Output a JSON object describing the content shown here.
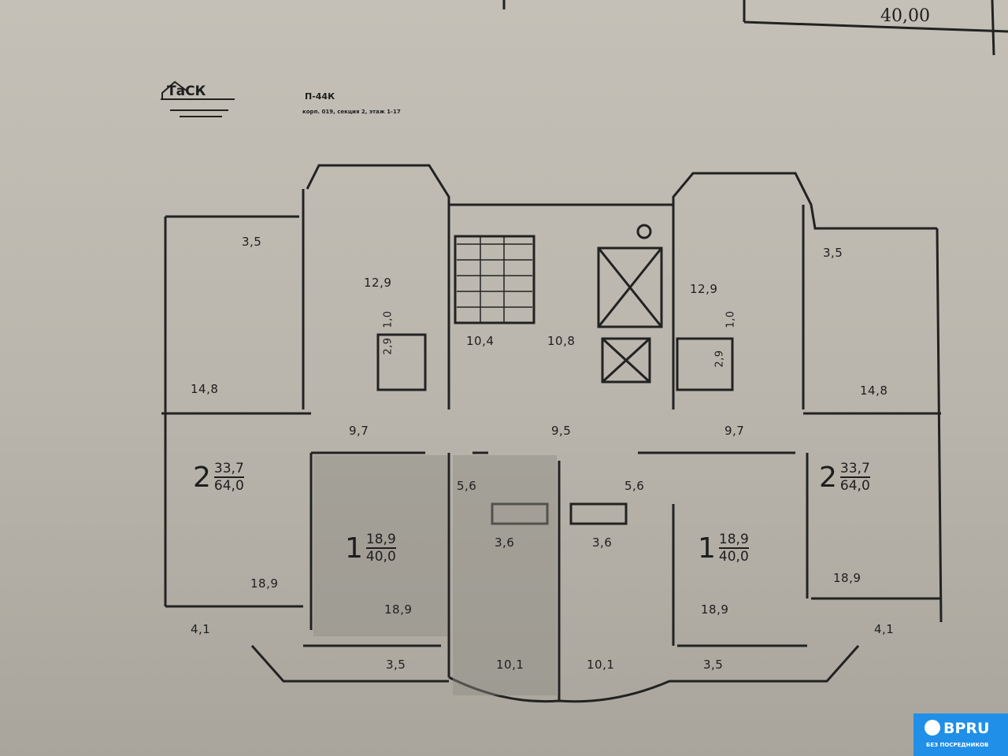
{
  "header": {
    "top_value": "40,00",
    "series": "П-44К",
    "subtitle": "корп. 019, секция 2, этаж 1-17",
    "logo_text": "ТаСК"
  },
  "rooms": [
    "3,5",
    "12,9",
    "10,4",
    "10,8",
    "12,9",
    "3,5",
    "1,0",
    "2,9",
    "1,0",
    "2,9",
    "14,8",
    "14,8",
    "9,7",
    "9,5",
    "9,7",
    "5,6",
    "5,6",
    "3,6",
    "3,6",
    "18,9",
    "18,9",
    "18,9",
    "18,9",
    "4,1",
    "4,1",
    "3,5",
    "10,1",
    "10,1",
    "3,5"
  ],
  "apartments": [
    {
      "rooms": "2",
      "living": "33,7",
      "total": "64,0"
    },
    {
      "rooms": "1",
      "living": "18,9",
      "total": "40,0"
    },
    {
      "rooms": "1",
      "living": "18,9",
      "total": "40,0"
    },
    {
      "rooms": "2",
      "living": "33,7",
      "total": "64,0"
    }
  ],
  "watermark": {
    "brand": "BPRU",
    "tagline": "БЕЗ ПОСРЕДНИКОВ",
    "color": "#1f8fe8"
  }
}
